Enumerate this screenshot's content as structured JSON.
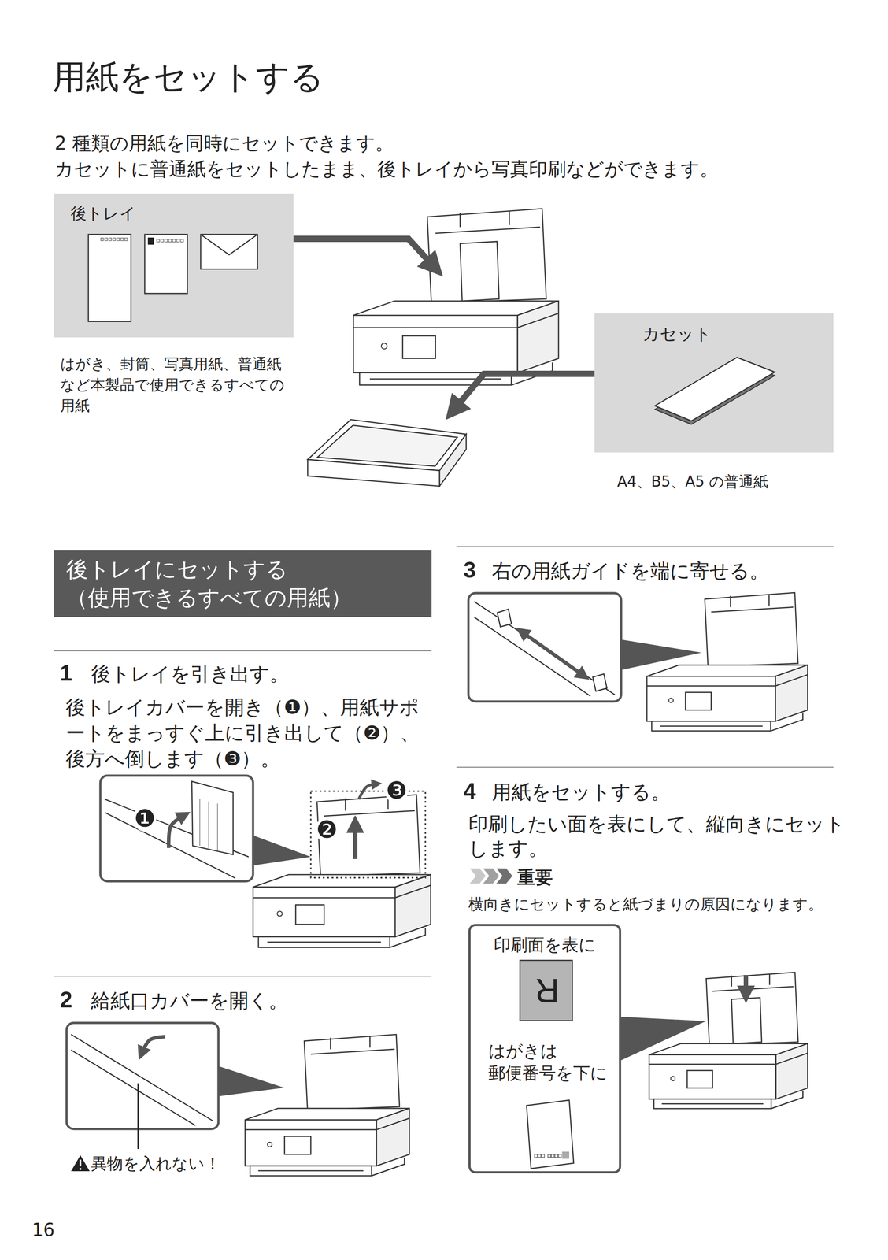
{
  "diagram": {
    "title": "用紙をセットする",
    "nodes": [
      {
        "text": [
          "後トレイ"
        ]
      },
      {
        "text": [
          "カセット"
        ]
      },
      {
        "text": [
          "後トレイにセットする （使用できるすべての用紙）"
        ]
      },
      {
        "text": [
          "印刷面を表に",
          "はがきは 郵便番号を下に"
        ]
      }
    ],
    "labels": [
      "2 種類の用紙を同時にセットできます。",
      "カセットに普通紙をセットしたまま、後トレイから写真印刷などができます。",
      "はがき、封筒、写真用紙、普通紙など本製品で使用できるすべての用紙",
      "A4、B5、A5 の普通紙",
      "1",
      "後トレイを引き出す。",
      "後トレイカバーを開き（❶）、用紙サポートをまっすぐ上に引き出して（❷）、後方へ倒します（❸）。",
      "❶",
      "❷",
      "❸",
      "2",
      "給紙口カバーを開く。",
      "異物を入れない！",
      "3",
      "右の用紙ガイドを端に寄せる。",
      "4",
      "用紙をセットする。",
      "印刷したい面を表にして、縦向きにセットします。",
      "重要",
      "横向きにセットすると紙づまりの原因になります。",
      "R",
      "16"
    ]
  }
}
